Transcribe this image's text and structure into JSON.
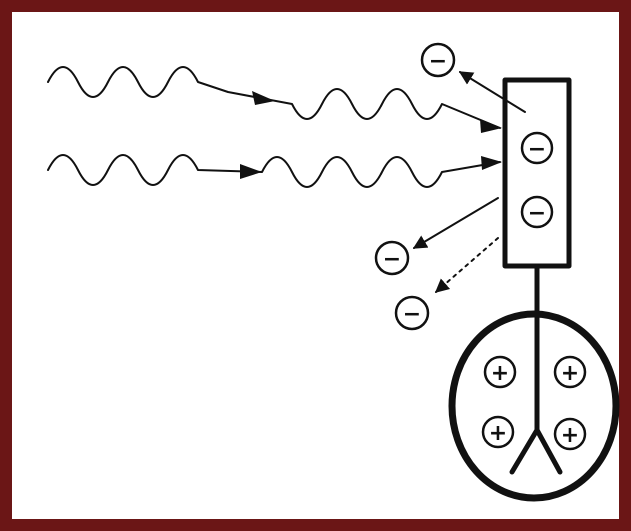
{
  "diagram": {
    "frame_color": "#6b1616",
    "ink_color": "#111111",
    "incoming_waves": [
      {
        "name": "light-wave-upper"
      },
      {
        "name": "light-wave-lower"
      }
    ],
    "plate_charges": [
      {
        "name": "plate-electron-1",
        "sign": "−"
      },
      {
        "name": "plate-electron-2",
        "sign": "−"
      }
    ],
    "ejected_electrons": [
      {
        "name": "ejected-electron-1",
        "sign": "−"
      },
      {
        "name": "ejected-electron-2",
        "sign": "−"
      },
      {
        "name": "ejected-electron-3",
        "sign": "−"
      }
    ],
    "electroscope_charges": [
      {
        "name": "electroscope-charge-1",
        "sign": "+"
      },
      {
        "name": "electroscope-charge-2",
        "sign": "+"
      },
      {
        "name": "electroscope-charge-3",
        "sign": "+"
      },
      {
        "name": "electroscope-charge-4",
        "sign": "+"
      }
    ]
  }
}
